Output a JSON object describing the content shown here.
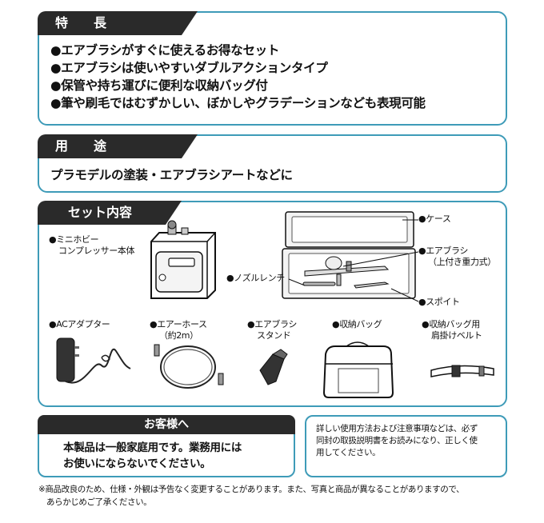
{
  "features": {
    "heading": "特　　長",
    "items": [
      "●エアブラシがすぐに使えるお得なセット",
      "●エアブラシは使いやすいダブルアクションタイプ",
      "●保管や持ち運びに便利な収納バッグ付",
      "●筆や刷毛ではむずかしい、ぼかしやグラデーションなども表現可能"
    ]
  },
  "usage": {
    "heading": "用　　途",
    "text": "プラモデルの塗装・エアブラシアートなどに"
  },
  "contents": {
    "heading": "セット内容",
    "items": {
      "compressor": [
        "●ミニホビー",
        "コンプレッサー本体"
      ],
      "case": "●ケース",
      "airbrush": [
        "●エアブラシ",
        "（上付き重力式）"
      ],
      "nozzle_wrench": "●ノズルレンチ",
      "dropper": "●スポイト",
      "ac_adapter": "●ACアダプター",
      "air_hose": [
        "●エアーホース",
        "（約2m）"
      ],
      "stand": [
        "●エアブラシ",
        "スタンド"
      ],
      "bag": "●収納バッグ",
      "belt": [
        "●収納バッグ用",
        "肩掛けベルト"
      ]
    }
  },
  "customer": {
    "heading": "お客様へ",
    "lines": [
      "本製品は一般家庭用です。業務用には",
      "お使いにならないでください。"
    ]
  },
  "info": {
    "lines": [
      "詳しい使用方法および注意事項などは、必ず",
      "同封の取扱説明書をお読みになり、正しく使",
      "用してください。"
    ]
  },
  "disclaimer": {
    "lines": [
      "※商品改良のため、仕様・外観は予告なく変更することがあります。また、写真と商品が異なることがありますので、",
      "あらかじめご了承ください。"
    ]
  }
}
